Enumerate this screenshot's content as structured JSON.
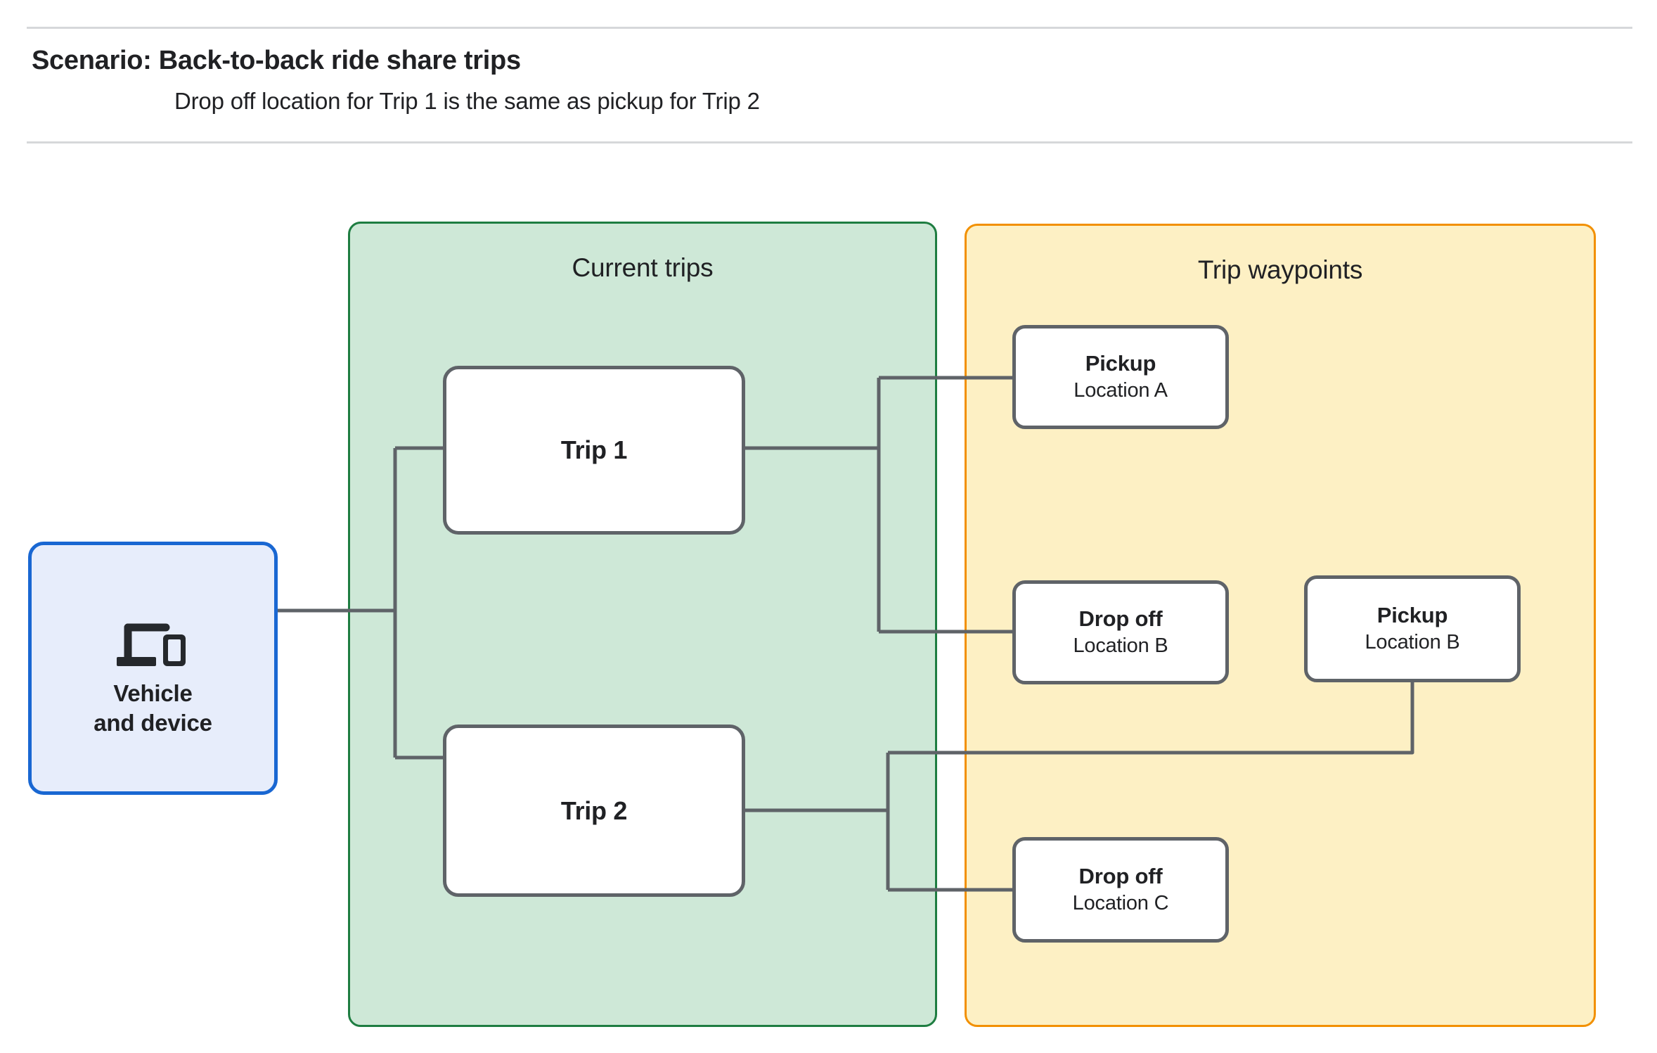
{
  "header": {
    "title": "Scenario: Back-to-back ride share trips",
    "subtitle": "Drop off  location for Trip 1 is the same as pickup for Trip 2"
  },
  "colors": {
    "green_panel_fill": "#CEE8D7",
    "green_panel_border": "#1E7D41",
    "orange_panel_fill": "#FDF0C4",
    "orange_panel_border": "#F29000",
    "vehicle_fill": "#E7EDFB",
    "vehicle_border": "#1967D2",
    "node_border": "#5F6368",
    "connector": "#5F6368",
    "rule": "#D6D8DA"
  },
  "vehicle": {
    "icon": "laptop-and-phone-icon",
    "label": "Vehicle\nand device"
  },
  "groups": {
    "current_trips": {
      "title": "Current trips",
      "trips": [
        {
          "label": "Trip 1"
        },
        {
          "label": "Trip 2"
        }
      ]
    },
    "trip_waypoints": {
      "title": "Trip waypoints",
      "waypoints": [
        {
          "kind": "Pickup",
          "location": "Location A"
        },
        {
          "kind": "Drop off",
          "location": "Location B"
        },
        {
          "kind": "Pickup",
          "location": "Location B"
        },
        {
          "kind": "Drop off",
          "location": "Location C"
        }
      ]
    }
  }
}
